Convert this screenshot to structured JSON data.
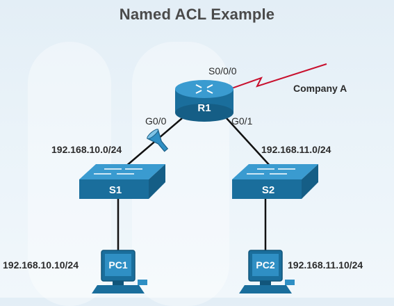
{
  "title": "Named ACL Example",
  "router": {
    "name": "R1",
    "wan_port": "S0/0/0",
    "port_left": "G0/0",
    "port_right": "G0/1"
  },
  "company": "Company A",
  "networks": {
    "left": "192.168.10.0/24",
    "right": "192.168.11.0/24"
  },
  "switches": {
    "left": "S1",
    "right": "S2"
  },
  "hosts": {
    "left": {
      "name": "PC1",
      "ip": "192.168.10.10/24"
    },
    "right": {
      "name": "PC2",
      "ip": "192.168.11.10/24"
    }
  },
  "colors": {
    "device": "#1b6f9e",
    "device_top": "#2f8fc4",
    "wan_link": "#c8102e",
    "acl_filter": "#2f8fc4"
  },
  "icons": {
    "router": "router-icon",
    "switch": "switch-icon",
    "pc": "pc-icon",
    "acl": "acl-filter-icon"
  }
}
